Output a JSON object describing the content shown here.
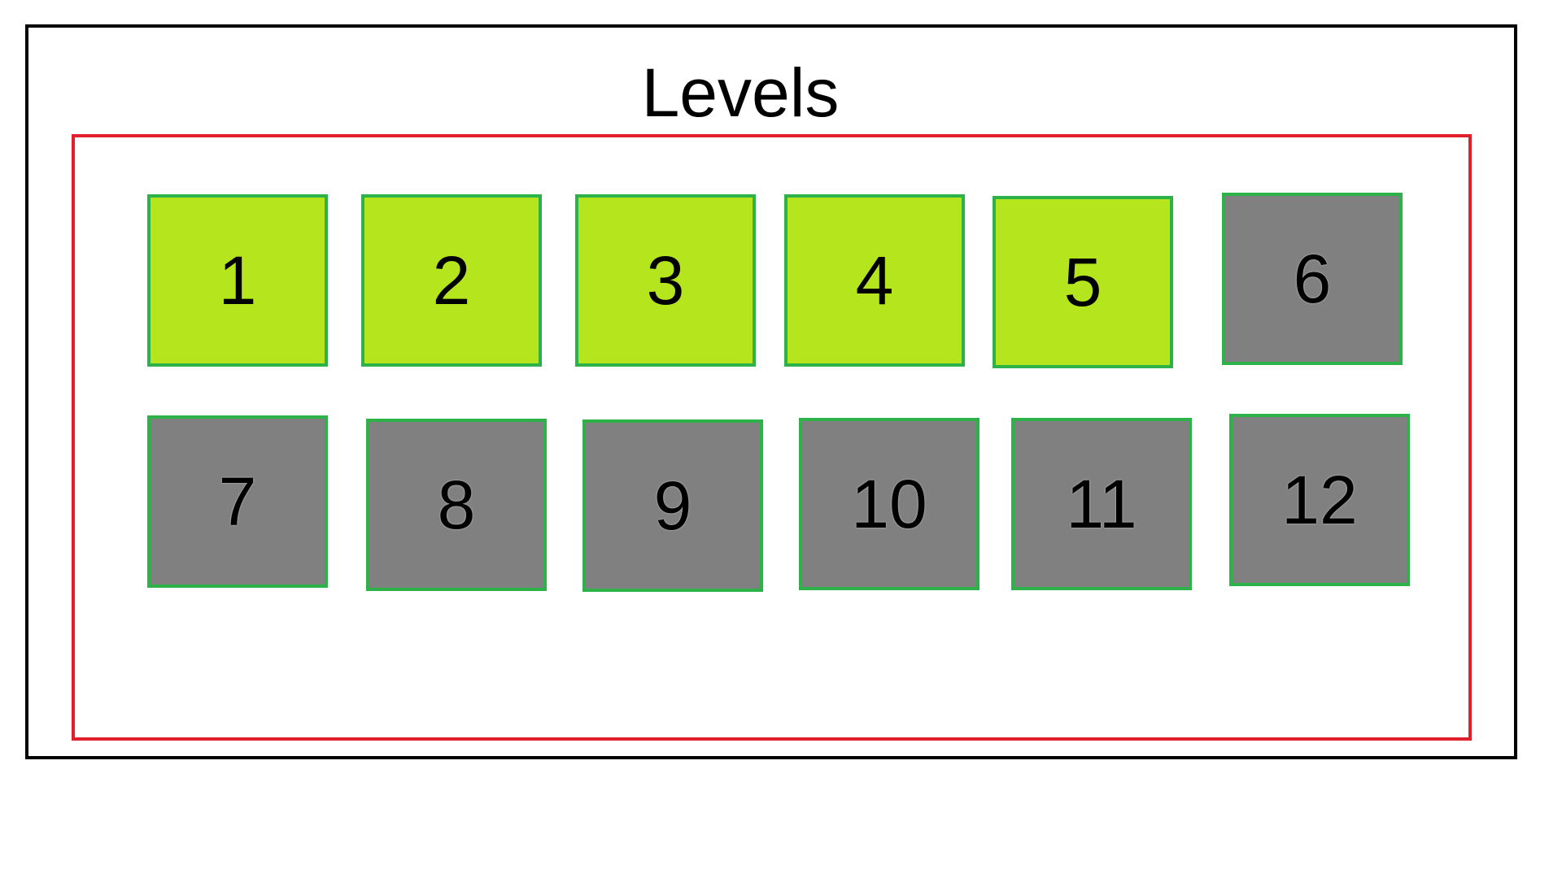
{
  "title": "Levels",
  "colors": {
    "unlocked_fill": "#b5e61d",
    "locked_fill": "#808080",
    "tile_border": "#2db24a",
    "panel_border": "#e0202a",
    "frame_border": "#000000"
  },
  "levels": [
    {
      "label": "1",
      "state": "unlocked"
    },
    {
      "label": "2",
      "state": "unlocked"
    },
    {
      "label": "3",
      "state": "unlocked"
    },
    {
      "label": "4",
      "state": "unlocked"
    },
    {
      "label": "5",
      "state": "unlocked"
    },
    {
      "label": "6",
      "state": "locked"
    },
    {
      "label": "7",
      "state": "locked"
    },
    {
      "label": "8",
      "state": "locked"
    },
    {
      "label": "9",
      "state": "locked"
    },
    {
      "label": "10",
      "state": "locked"
    },
    {
      "label": "11",
      "state": "locked"
    },
    {
      "label": "12",
      "state": "locked"
    }
  ]
}
